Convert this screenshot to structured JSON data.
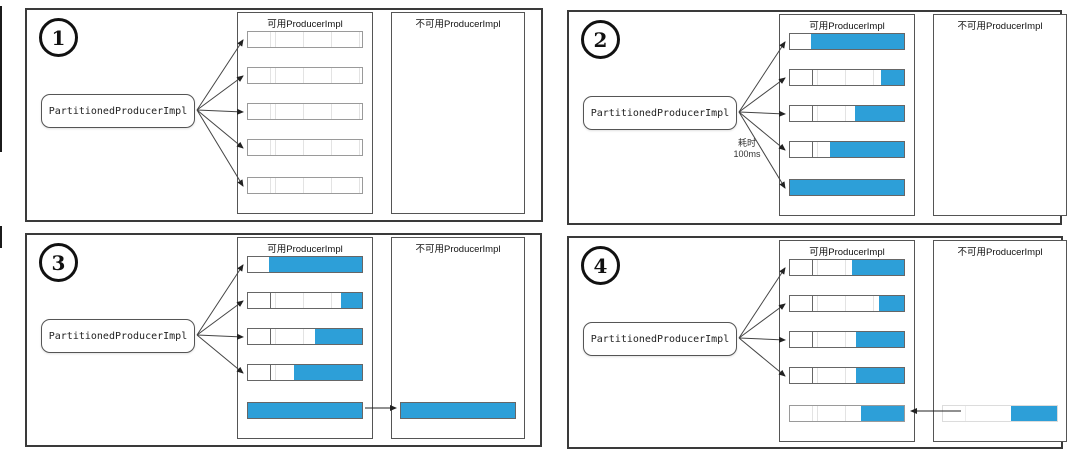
{
  "accent_color": "#2D9FD8",
  "panels": [
    {
      "number": "1",
      "producer_label": "PartitionedProducerImpl",
      "available_title": "可用ProducerImpl",
      "unavailable_title": "不可用ProducerImpl",
      "available_bars": [
        {
          "fill_pct": 0
        },
        {
          "fill_pct": 0
        },
        {
          "fill_pct": 0
        },
        {
          "fill_pct": 0
        },
        {
          "fill_pct": 0
        }
      ],
      "unavailable_bars": []
    },
    {
      "number": "2",
      "producer_label": "PartitionedProducerImpl",
      "available_title": "可用ProducerImpl",
      "unavailable_title": "不可用ProducerImpl",
      "annotation": {
        "line1": "耗时",
        "line2": "100ms"
      },
      "available_bars": [
        {
          "fill_pct": 82
        },
        {
          "fill_pct": 20
        },
        {
          "fill_pct": 43
        },
        {
          "fill_pct": 65
        },
        {
          "fill_pct": 100
        }
      ],
      "unavailable_bars": []
    },
    {
      "number": "3",
      "producer_label": "PartitionedProducerImpl",
      "available_title": "可用ProducerImpl",
      "unavailable_title": "不可用ProducerImpl",
      "transfer": "available-to-unavailable",
      "available_bars": [
        {
          "fill_pct": 82
        },
        {
          "fill_pct": 18
        },
        {
          "fill_pct": 41
        },
        {
          "fill_pct": 60
        },
        {
          "fill_pct": 100
        }
      ],
      "unavailable_bars": [
        {
          "fill_pct": 100
        }
      ]
    },
    {
      "number": "4",
      "producer_label": "PartitionedProducerImpl",
      "available_title": "可用ProducerImpl",
      "unavailable_title": "不可用ProducerImpl",
      "transfer": "unavailable-to-available",
      "available_bars": [
        {
          "fill_pct": 46
        },
        {
          "fill_pct": 22
        },
        {
          "fill_pct": 42
        },
        {
          "fill_pct": 42
        },
        {
          "fill_pct": 38
        }
      ],
      "unavailable_bars": [
        {
          "fill_pct": 40
        }
      ]
    }
  ]
}
